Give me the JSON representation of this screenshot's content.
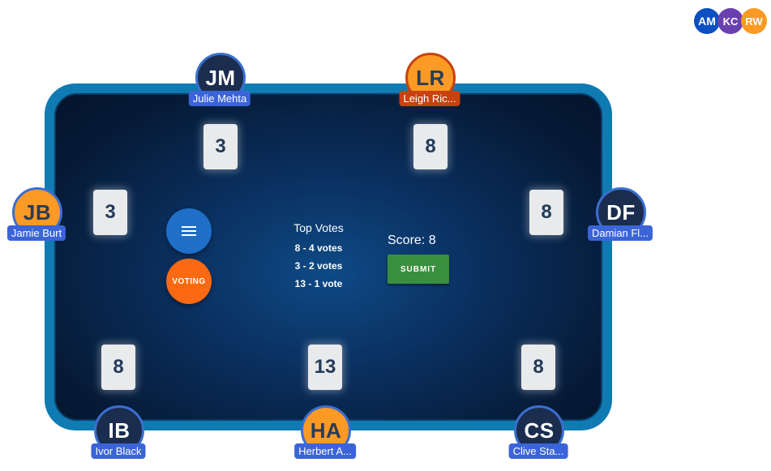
{
  "presence": [
    {
      "initials": "AM",
      "color": "#0d4fc0"
    },
    {
      "initials": "KC",
      "color": "#6a3fb0"
    },
    {
      "initials": "RW",
      "color": "#fb9a24"
    }
  ],
  "players": [
    {
      "initials": "JM",
      "name": "Julie Mehta",
      "style": "dark",
      "vote": "3"
    },
    {
      "initials": "LR",
      "name": "Leigh Ric...",
      "style": "orange-red",
      "vote": "8"
    },
    {
      "initials": "JB",
      "name": "Jamie Burt",
      "style": "orange",
      "vote": "3"
    },
    {
      "initials": "DF",
      "name": "Damian Fl...",
      "style": "dark",
      "vote": "8"
    },
    {
      "initials": "IB",
      "name": "Ivor Black",
      "style": "dark",
      "vote": "8"
    },
    {
      "initials": "HA",
      "name": "Herbert A...",
      "style": "orange",
      "vote": "13"
    },
    {
      "initials": "CS",
      "name": "Clive Sta...",
      "style": "dark",
      "vote": "8"
    }
  ],
  "controls": {
    "menu_icon": "hamburger-menu-icon",
    "voting_label": "VOTING"
  },
  "top_votes": {
    "title": "Top Votes",
    "rows": [
      "8 - 4 votes",
      "3 - 2 votes",
      "13 - 1 vote"
    ]
  },
  "score": {
    "text": "Score: 8"
  },
  "submit": {
    "label": "SUBMIT",
    "color": "#3a8f3e"
  },
  "colors": {
    "table_rim": "#0f7bb2",
    "felt_center": "#0e4a86",
    "card_face": "#e9eaec",
    "nametag_blue": "#3b64d8",
    "nametag_red": "#c9410f",
    "voting_fab": "#fb6a12",
    "menu_fab": "#1f6fc9"
  }
}
